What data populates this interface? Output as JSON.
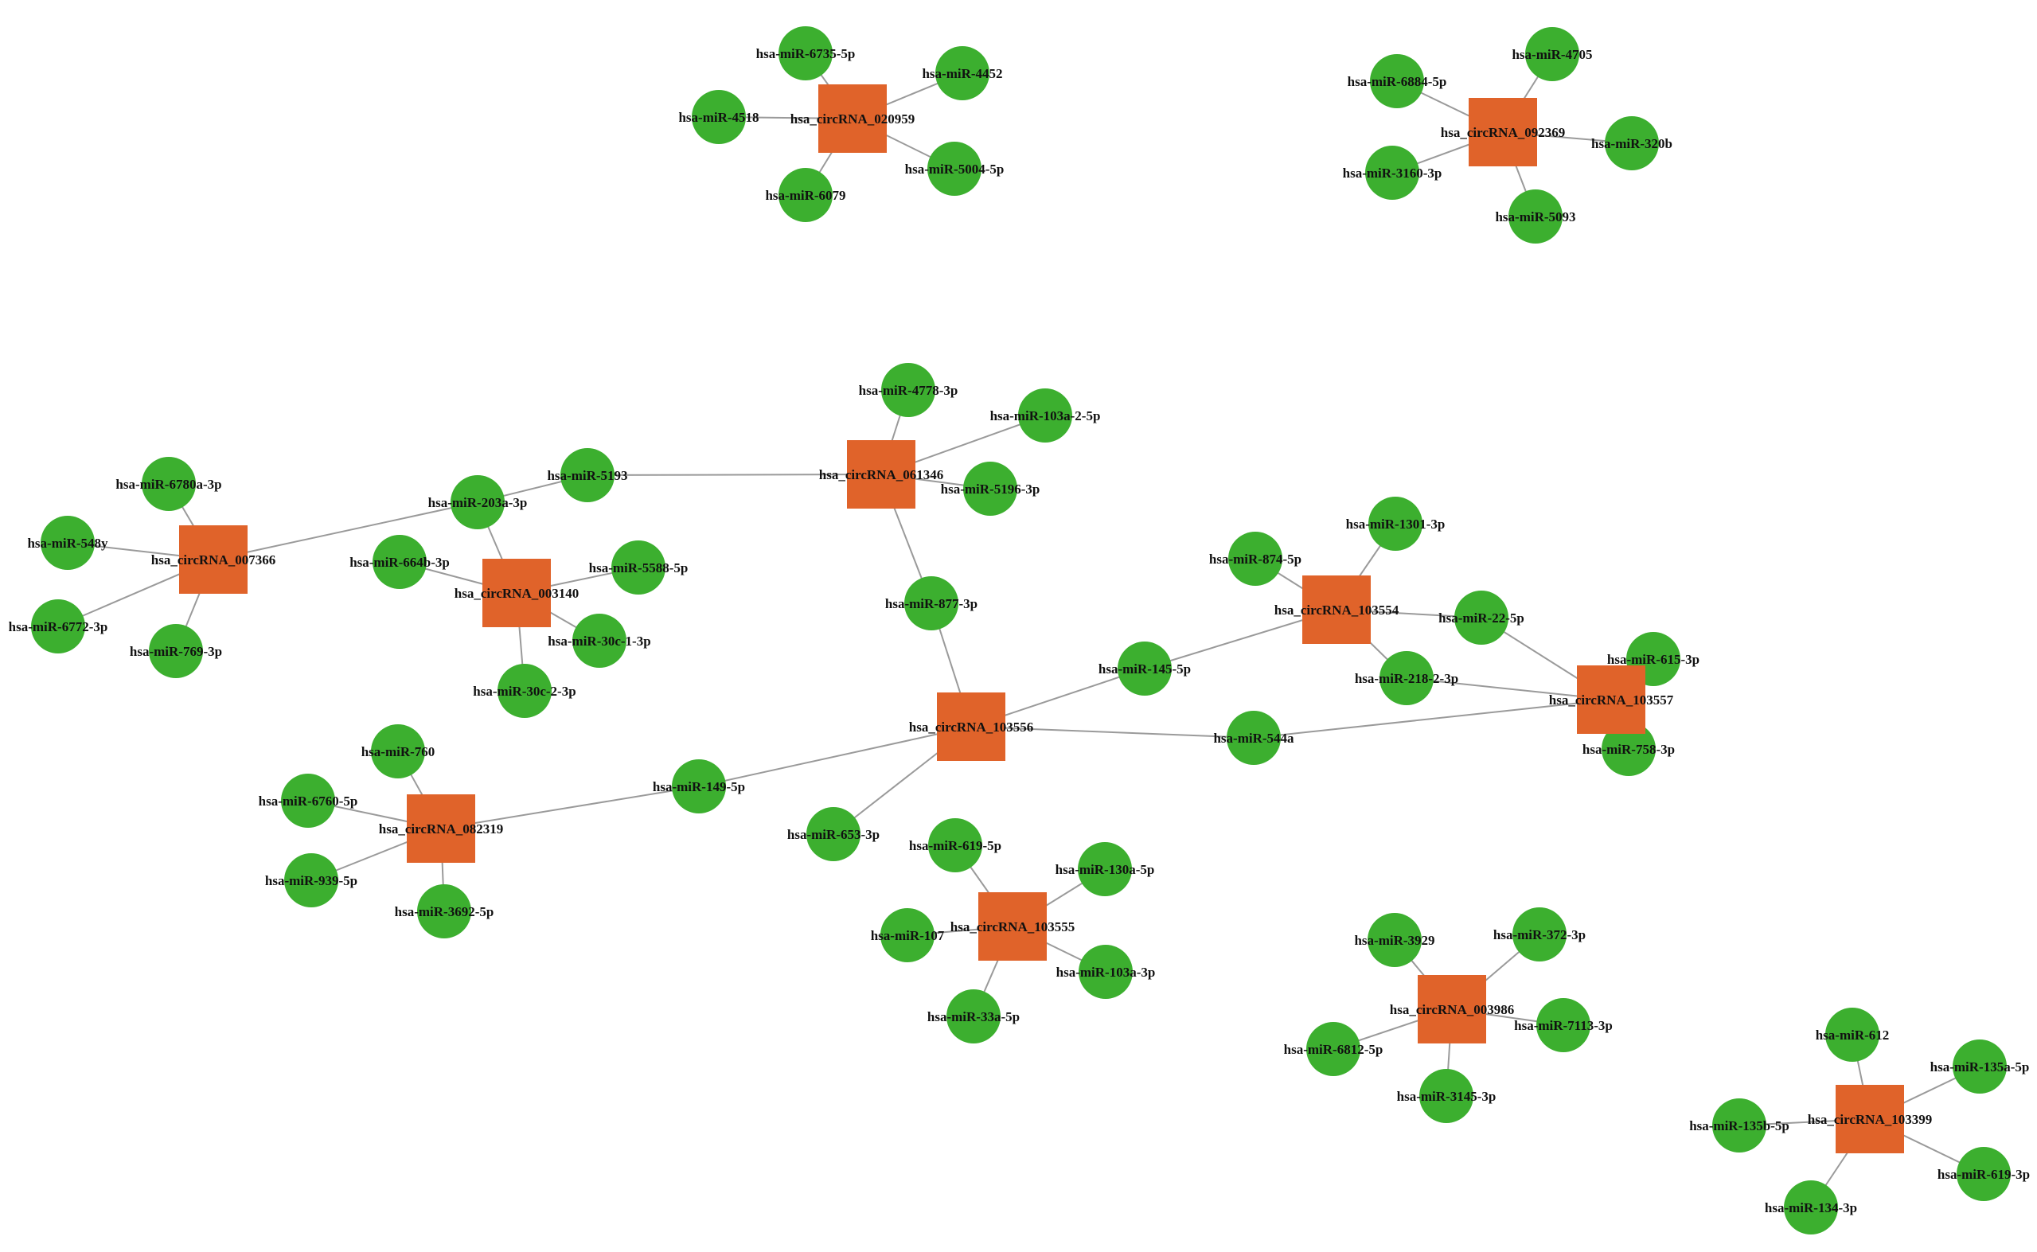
{
  "colors": {
    "circrna": "#e0632a",
    "mirna": "#3caf2f",
    "edge": "#9a9a9a",
    "label": "#111111"
  },
  "circrnas": [
    {
      "id": "c020959",
      "label": "hsa_circRNA_020959"
    },
    {
      "id": "c092369",
      "label": "hsa_circRNA_092369"
    },
    {
      "id": "c061346",
      "label": "hsa_circRNA_061346"
    },
    {
      "id": "c007366",
      "label": "hsa_circRNA_007366"
    },
    {
      "id": "c003140",
      "label": "hsa_circRNA_003140"
    },
    {
      "id": "c103554",
      "label": "hsa_circRNA_103554"
    },
    {
      "id": "c103557",
      "label": "hsa_circRNA_103557"
    },
    {
      "id": "c103556",
      "label": "hsa_circRNA_103556"
    },
    {
      "id": "c082319",
      "label": "hsa_circRNA_082319"
    },
    {
      "id": "c103555",
      "label": "hsa_circRNA_103555"
    },
    {
      "id": "c003986",
      "label": "hsa_circRNA_003986"
    },
    {
      "id": "c103399",
      "label": "hsa_circRNA_103399"
    }
  ],
  "mirnas": [
    {
      "id": "m6735",
      "label": "hsa-miR-6735-5p"
    },
    {
      "id": "m4452",
      "label": "hsa-miR-4452"
    },
    {
      "id": "m4518",
      "label": "hsa-miR-4518"
    },
    {
      "id": "m5004",
      "label": "hsa-miR-5004-5p"
    },
    {
      "id": "m6079",
      "label": "hsa-miR-6079"
    },
    {
      "id": "m6884",
      "label": "hsa-miR-6884-5p"
    },
    {
      "id": "m4705",
      "label": "hsa-miR-4705"
    },
    {
      "id": "m320b",
      "label": "hsa-miR-320b"
    },
    {
      "id": "m3160",
      "label": "hsa-miR-3160-3p"
    },
    {
      "id": "m5093",
      "label": "hsa-miR-5093"
    },
    {
      "id": "m4778",
      "label": "hsa-miR-4778-3p"
    },
    {
      "id": "m103a25",
      "label": "hsa-miR-103a-2-5p"
    },
    {
      "id": "m5196",
      "label": "hsa-miR-5196-3p"
    },
    {
      "id": "m5193",
      "label": "hsa-miR-5193"
    },
    {
      "id": "m877",
      "label": "hsa-miR-877-3p"
    },
    {
      "id": "m6780",
      "label": "hsa-miR-6780a-3p"
    },
    {
      "id": "m548y",
      "label": "hsa-miR-548y"
    },
    {
      "id": "m6772",
      "label": "hsa-miR-6772-3p"
    },
    {
      "id": "m769",
      "label": "hsa-miR-769-3p"
    },
    {
      "id": "m203a",
      "label": "hsa-miR-203a-3p"
    },
    {
      "id": "m664b",
      "label": "hsa-miR-664b-3p"
    },
    {
      "id": "m5588",
      "label": "hsa-miR-5588-5p"
    },
    {
      "id": "m30c1",
      "label": "hsa-miR-30c-1-3p"
    },
    {
      "id": "m30c2",
      "label": "hsa-miR-30c-2-3p"
    },
    {
      "id": "m874",
      "label": "hsa-miR-874-5p"
    },
    {
      "id": "m1301",
      "label": "hsa-miR-1301-3p"
    },
    {
      "id": "m22",
      "label": "hsa-miR-22-5p"
    },
    {
      "id": "m218",
      "label": "hsa-miR-218-2-3p"
    },
    {
      "id": "m145",
      "label": "hsa-miR-145-5p"
    },
    {
      "id": "m615",
      "label": "hsa-miR-615-3p"
    },
    {
      "id": "m758",
      "label": "hsa-miR-758-3p"
    },
    {
      "id": "m544a",
      "label": "hsa-miR-544a"
    },
    {
      "id": "m760",
      "label": "hsa-miR-760"
    },
    {
      "id": "m6760",
      "label": "hsa-miR-6760-5p"
    },
    {
      "id": "m939",
      "label": "hsa-miR-939-5p"
    },
    {
      "id": "m3692",
      "label": "hsa-miR-3692-5p"
    },
    {
      "id": "m149",
      "label": "hsa-miR-149-5p"
    },
    {
      "id": "m653",
      "label": "hsa-miR-653-3p"
    },
    {
      "id": "m619_5p",
      "label": "hsa-miR-619-5p"
    },
    {
      "id": "m130a",
      "label": "hsa-miR-130a-5p"
    },
    {
      "id": "m107",
      "label": "hsa-miR-107"
    },
    {
      "id": "m103a3",
      "label": "hsa-miR-103a-3p"
    },
    {
      "id": "m33a",
      "label": "hsa-miR-33a-5p"
    },
    {
      "id": "m3929",
      "label": "hsa-miR-3929"
    },
    {
      "id": "m372",
      "label": "hsa-miR-372-3p"
    },
    {
      "id": "m7113",
      "label": "hsa-miR-7113-3p"
    },
    {
      "id": "m6812",
      "label": "hsa-miR-6812-5p"
    },
    {
      "id": "m3145",
      "label": "hsa-miR-3145-3p"
    },
    {
      "id": "m612",
      "label": "hsa-miR-612"
    },
    {
      "id": "m135a",
      "label": "hsa-miR-135a-5p"
    },
    {
      "id": "m135b",
      "label": "hsa-miR-135b-5p"
    },
    {
      "id": "m619_3p",
      "label": "hsa-miR-619-3p"
    },
    {
      "id": "m134",
      "label": "hsa-miR-134-3p"
    }
  ],
  "edges": [
    [
      "c020959",
      "m6735"
    ],
    [
      "c020959",
      "m4452"
    ],
    [
      "c020959",
      "m4518"
    ],
    [
      "c020959",
      "m5004"
    ],
    [
      "c020959",
      "m6079"
    ],
    [
      "c092369",
      "m6884"
    ],
    [
      "c092369",
      "m4705"
    ],
    [
      "c092369",
      "m320b"
    ],
    [
      "c092369",
      "m3160"
    ],
    [
      "c092369",
      "m5093"
    ],
    [
      "c061346",
      "m4778"
    ],
    [
      "c061346",
      "m103a25"
    ],
    [
      "c061346",
      "m5196"
    ],
    [
      "c061346",
      "m5193"
    ],
    [
      "c061346",
      "m877"
    ],
    [
      "c007366",
      "m6780"
    ],
    [
      "c007366",
      "m548y"
    ],
    [
      "c007366",
      "m6772"
    ],
    [
      "c007366",
      "m769"
    ],
    [
      "c007366",
      "m203a"
    ],
    [
      "c003140",
      "m203a"
    ],
    [
      "c003140",
      "m664b"
    ],
    [
      "c003140",
      "m5588"
    ],
    [
      "c003140",
      "m30c1"
    ],
    [
      "c003140",
      "m30c2"
    ],
    [
      "m203a",
      "m5193"
    ],
    [
      "c103554",
      "m874"
    ],
    [
      "c103554",
      "m1301"
    ],
    [
      "c103554",
      "m22"
    ],
    [
      "c103554",
      "m218"
    ],
    [
      "c103554",
      "m145"
    ],
    [
      "c103557",
      "m22"
    ],
    [
      "c103557",
      "m218"
    ],
    [
      "c103557",
      "m615"
    ],
    [
      "c103557",
      "m758"
    ],
    [
      "c103557",
      "m544a"
    ],
    [
      "c103556",
      "m877"
    ],
    [
      "c103556",
      "m145"
    ],
    [
      "c103556",
      "m544a"
    ],
    [
      "c103556",
      "m149"
    ],
    [
      "c103556",
      "m653"
    ],
    [
      "c082319",
      "m760"
    ],
    [
      "c082319",
      "m6760"
    ],
    [
      "c082319",
      "m939"
    ],
    [
      "c082319",
      "m3692"
    ],
    [
      "c082319",
      "m149"
    ],
    [
      "c103555",
      "m619_5p"
    ],
    [
      "c103555",
      "m130a"
    ],
    [
      "c103555",
      "m107"
    ],
    [
      "c103555",
      "m103a3"
    ],
    [
      "c103555",
      "m33a"
    ],
    [
      "c003986",
      "m3929"
    ],
    [
      "c003986",
      "m372"
    ],
    [
      "c003986",
      "m7113"
    ],
    [
      "c003986",
      "m6812"
    ],
    [
      "c003986",
      "m3145"
    ],
    [
      "c103399",
      "m612"
    ],
    [
      "c103399",
      "m135a"
    ],
    [
      "c103399",
      "m135b"
    ],
    [
      "c103399",
      "m619_3p"
    ],
    [
      "c103399",
      "m134"
    ]
  ]
}
